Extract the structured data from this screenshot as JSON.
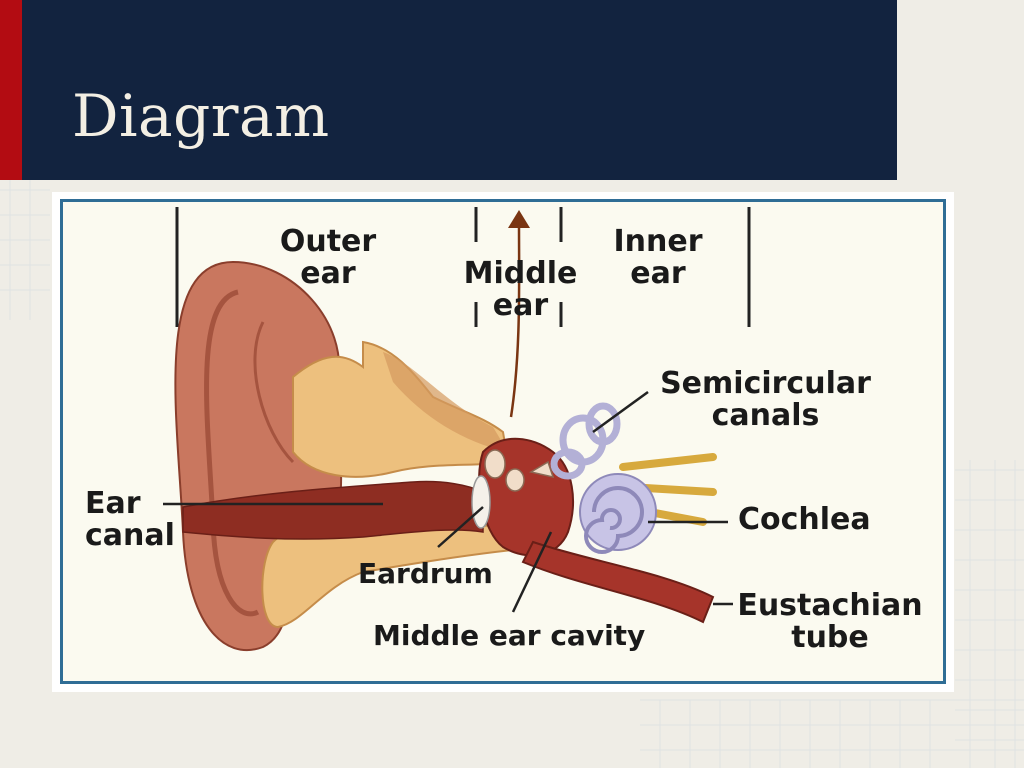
{
  "slide": {
    "title": "Diagram",
    "colors": {
      "title_bar": "#12233f",
      "accent_bar": "#b30c12",
      "background": "#efede6",
      "figure_border": "#2f6d95"
    }
  },
  "diagram": {
    "labels": {
      "outer_ear": [
        "Outer",
        "ear"
      ],
      "middle_ear": [
        "Middle",
        "ear"
      ],
      "inner_ear": [
        "Inner",
        "ear"
      ],
      "semicircular_canals": [
        "Semicircular",
        "canals"
      ],
      "cochlea": "Cochlea",
      "ear_canal": [
        "Ear",
        "canal"
      ],
      "eardrum": "Eardrum",
      "middle_ear_cavity": "Middle ear cavity",
      "eustachian_tube": [
        "Eustachian",
        "tube"
      ]
    }
  }
}
